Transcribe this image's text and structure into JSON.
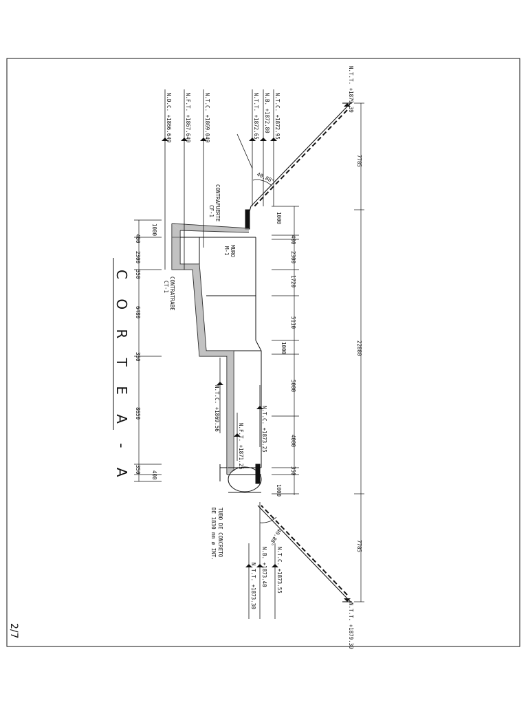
{
  "sheet": {
    "title": "C O R T E   A - A",
    "page_number": "2/7"
  },
  "levels": {
    "ntt_top": "N.T.T. +1879.39",
    "ntt_bottom": "N.T.T. +1879.39",
    "ntc_left_a": "N.T.C. +1872.95",
    "nb_left_a": "N.B. +1872.80",
    "ntt_left_a": "N.T.T. +1872.65",
    "ntc_left_b": "N.T.C. +1869.049",
    "nft_left_b": "N.F.T. +1867.649",
    "ndc_left_b": "N.D.C. +1866.649",
    "ntc_mid": "N.T.C. +1869.56",
    "nft_mid": "N.F.T. +1871.25",
    "ntc_right_mid": "N.T.C. +1873.25",
    "ntc_right": "N.T.C. +1873.55",
    "nb_right": "N.B. +1873.40",
    "ntt_right": "N.T.T. +1873.30"
  },
  "dimensions": {
    "outer_top": "7785",
    "outer_mid": "22880",
    "outer_bottom": "7785",
    "right_chain": [
      "1000",
      "400",
      "2300",
      "1720",
      "5110",
      "1000",
      "5000",
      "4000",
      "350",
      "1000"
    ],
    "left_chain": [
      "1000",
      "400",
      "2300",
      "350",
      "6480",
      "350",
      "8650",
      "350",
      "400"
    ]
  },
  "angles": {
    "top": "40.88°",
    "bottom": "40.88°"
  },
  "labels": {
    "contrafuerte": "CONTRAFUERTE",
    "contrafuerte_id": "CF-1",
    "contratrabe": "CONTRATRABE",
    "contratrabe_id": "CT-1",
    "muro": "MURO",
    "muro_id": "M-1",
    "tubo_line1": "TUBO DE CONCRETO",
    "tubo_line2": "DE 1830 mm ø INT."
  }
}
